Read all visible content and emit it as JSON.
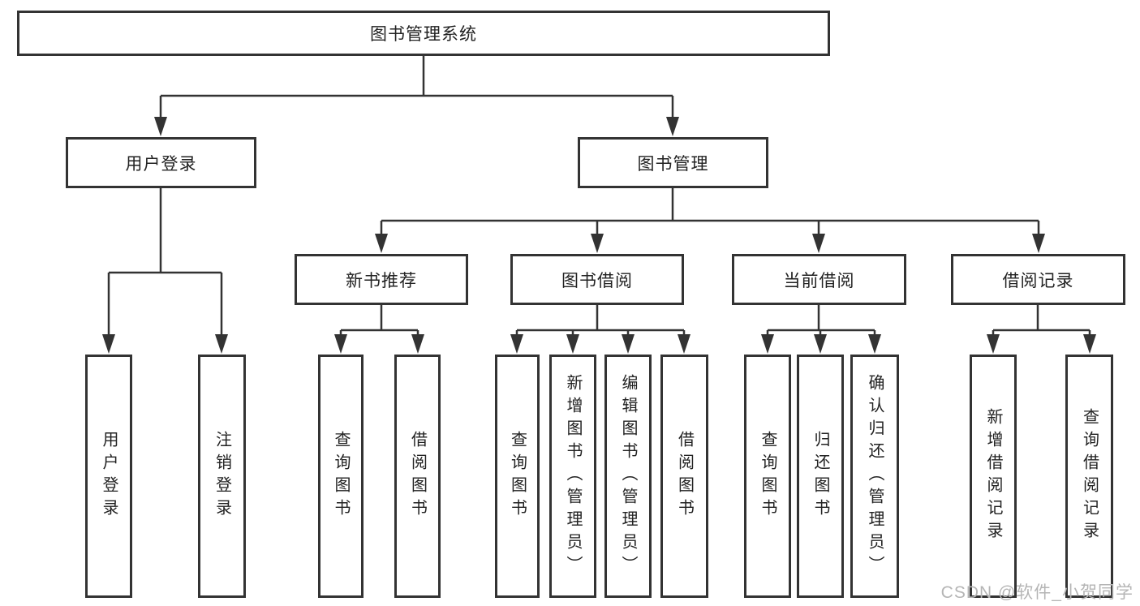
{
  "colors": {
    "line": "#333333",
    "text": "#222222",
    "background": "#ffffff",
    "watermark": "#b5b5b5"
  },
  "nodes": {
    "root": {
      "label": "图书管理系统"
    },
    "user_login": {
      "label": "用户登录"
    },
    "book_management": {
      "label": "图书管理"
    },
    "new_book_recommend": {
      "label": "新书推荐"
    },
    "book_borrowing": {
      "label": "图书借阅"
    },
    "current_borrowing": {
      "label": "当前借阅"
    },
    "borrowing_records": {
      "label": "借阅记录"
    },
    "login": {
      "label": "用户登录"
    },
    "logout": {
      "label": "注销登录"
    },
    "nbr_query_books": {
      "label": "查询图书"
    },
    "nbr_borrow_books": {
      "label": "借阅图书"
    },
    "bb_query_books": {
      "label": "查询图书"
    },
    "bb_add_books": {
      "label": "新增图书（管理员）"
    },
    "bb_edit_books": {
      "label": "编辑图书（管理员）"
    },
    "bb_borrow_books": {
      "label": "借阅图书"
    },
    "cb_query_books": {
      "label": "查询图书"
    },
    "cb_return_books": {
      "label": "归还图书"
    },
    "cb_confirm_return": {
      "label": "确认归还（管理员）"
    },
    "br_add_record": {
      "label": "新增借阅记录"
    },
    "br_query_record": {
      "label": "查询借阅记录"
    }
  },
  "hierarchy": {
    "root": [
      "user_login",
      "book_management"
    ],
    "user_login": [
      "login",
      "logout"
    ],
    "book_management": [
      "new_book_recommend",
      "book_borrowing",
      "current_borrowing",
      "borrowing_records"
    ],
    "new_book_recommend": [
      "nbr_query_books",
      "nbr_borrow_books"
    ],
    "book_borrowing": [
      "bb_query_books",
      "bb_add_books",
      "bb_edit_books",
      "bb_borrow_books"
    ],
    "current_borrowing": [
      "cb_query_books",
      "cb_return_books",
      "cb_confirm_return"
    ],
    "borrowing_records": [
      "br_add_record",
      "br_query_record"
    ]
  },
  "watermark": {
    "text": "CSDN @软件_小贺同学"
  }
}
